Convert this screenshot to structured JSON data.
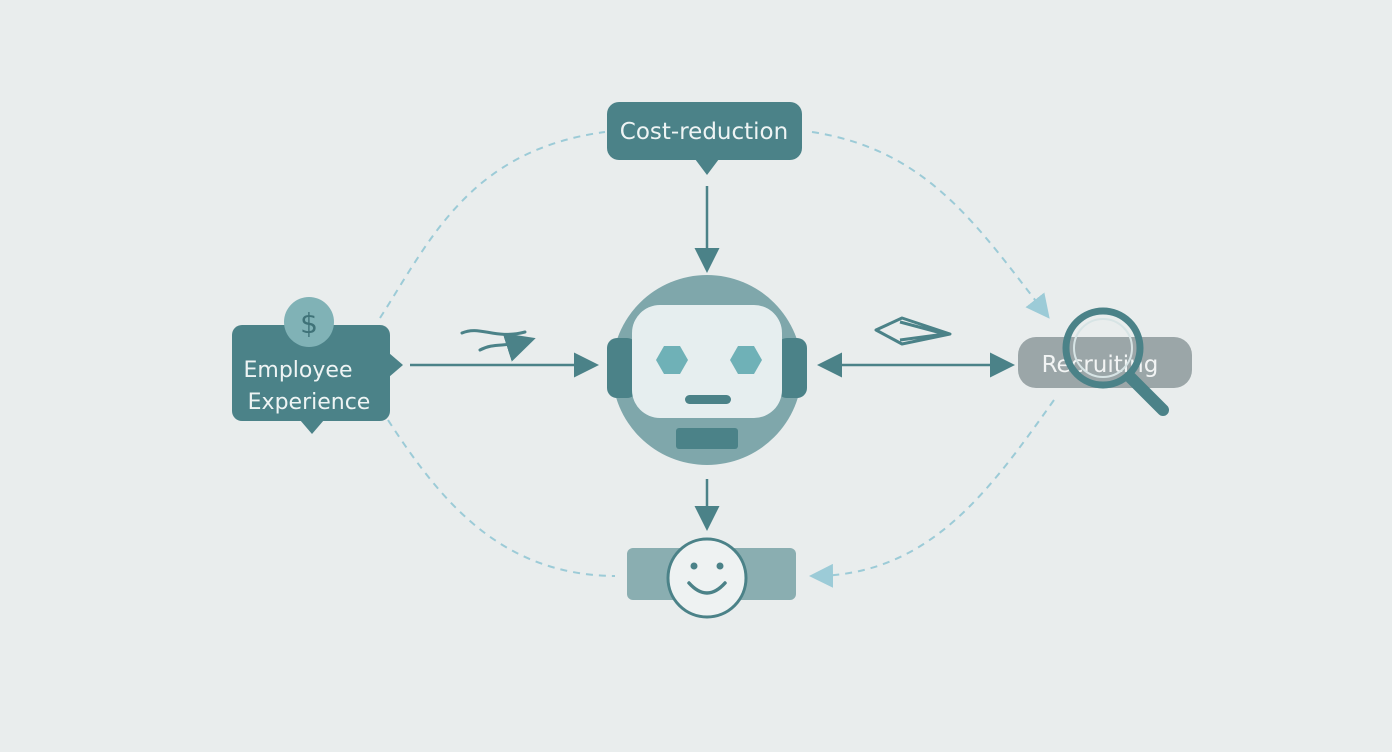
{
  "nodes": {
    "cost_reduction": "Cost-reduction",
    "employee_experience_line1": "Employee",
    "employee_experience_line2": "Experience",
    "recruiting": "Recruiting",
    "dollar_symbol": "$"
  },
  "colors": {
    "background": "#e9eded",
    "teal_dark": "#4b8288",
    "teal_mid": "#7fa7ab",
    "teal_light": "#6fb1b7",
    "dashed": "#9ccbd7",
    "gray_pill": "#9ba6a8"
  }
}
